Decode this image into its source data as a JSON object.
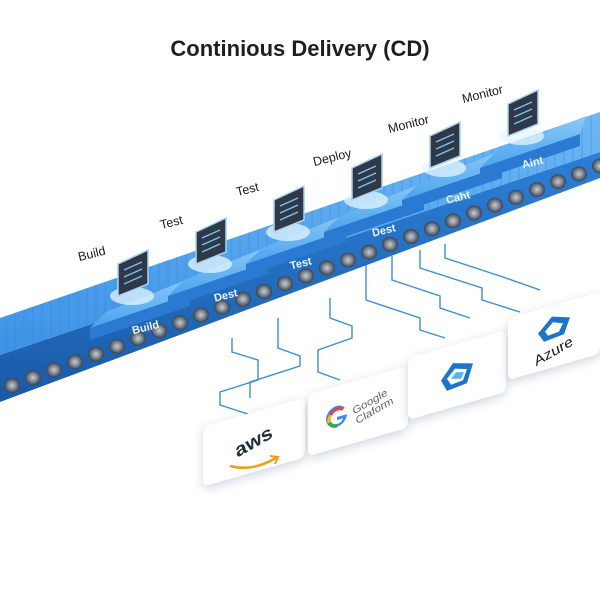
{
  "title": "Continious Delivery (CD)",
  "stages": [
    {
      "top_label": "Build",
      "platform_label": "Build"
    },
    {
      "top_label": "Test",
      "platform_label": "Dest"
    },
    {
      "top_label": "Test",
      "platform_label": "Test"
    },
    {
      "top_label": "Deploy",
      "platform_label": "Dest"
    },
    {
      "top_label": "Monitor",
      "platform_label": "Caht"
    },
    {
      "top_label": "Monitor",
      "platform_label": "Aint"
    }
  ],
  "clouds": {
    "aws": "aws",
    "google_line1": "Google",
    "google_line2": "Claform",
    "azure": "Azure"
  },
  "icons": {
    "google": "google-g-icon",
    "azure": "azure-logo-icon",
    "generic_cloud": "cloud-logo-icon"
  },
  "colors": {
    "belt": "#3d9ae8",
    "belt_dark": "#1f63b5",
    "roller": "#6b7380",
    "connector": "#3b8fd6"
  }
}
